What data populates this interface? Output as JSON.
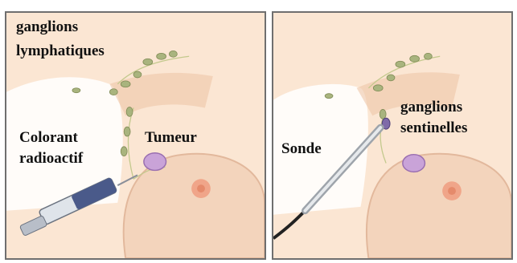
{
  "left_panel": {
    "label_nodes_line1": "ganglions",
    "label_nodes_line2": "lymphatiques",
    "label_dye_line1": "Colorant",
    "label_dye_line2": "radioactif",
    "label_tumor": "Tumeur"
  },
  "right_panel": {
    "label_probe": "Sonde",
    "label_sentinel_line1": "ganglions",
    "label_sentinel_line2": "sentinelles"
  },
  "colors": {
    "background": "#ffffff",
    "border": "#6f6f6f",
    "skin": "#fbe6d3",
    "skin_shadow": "#eec6a8",
    "lymph_node": "#a9b47e",
    "tumor": "#c9a3d8",
    "nipple": "#e58a6b",
    "syringe_barrel": "#4a5a8a",
    "probe": "#c8ccd0"
  }
}
